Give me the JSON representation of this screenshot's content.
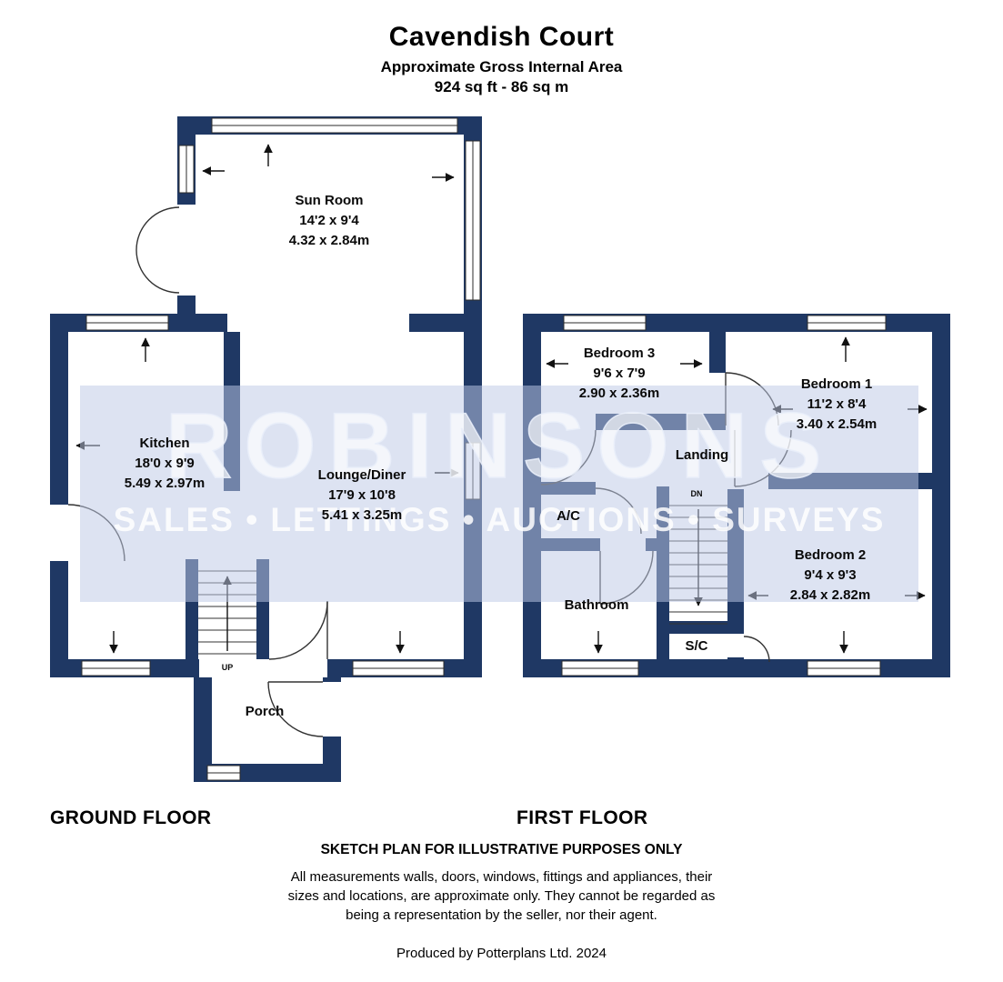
{
  "header": {
    "title": "Cavendish Court",
    "subtitle": "Approximate Gross Internal Area",
    "area": "924 sq ft - 86 sq m"
  },
  "watermark": {
    "brand": "ROBINSONS",
    "tagline": "SALES • LETTINGS • AUCTIONS • SURVEYS"
  },
  "colors": {
    "wall": "#1f3864",
    "watermark_band": "#bdc9e6"
  },
  "ground_floor": {
    "label": "GROUND FLOOR",
    "stairs_label": "UP",
    "rooms": {
      "sun_room": {
        "name": "Sun Room",
        "imperial": "14'2 x 9'4",
        "metric": "4.32 x 2.84m"
      },
      "kitchen": {
        "name": "Kitchen",
        "imperial": "18'0 x 9'9",
        "metric": "5.49 x 2.97m"
      },
      "lounge_diner": {
        "name": "Lounge/Diner",
        "imperial": "17'9 x 10'8",
        "metric": "5.41 x 3.25m"
      },
      "porch": {
        "name": "Porch"
      }
    }
  },
  "first_floor": {
    "label": "FIRST FLOOR",
    "stairs_label": "DN",
    "rooms": {
      "bedroom_3": {
        "name": "Bedroom 3",
        "imperial": "9'6 x 7'9",
        "metric": "2.90 x 2.36m"
      },
      "bedroom_1": {
        "name": "Bedroom 1",
        "imperial": "11'2 x 8'4",
        "metric": "3.40 x 2.54m"
      },
      "bedroom_2": {
        "name": "Bedroom 2",
        "imperial": "9'4 x 9'3",
        "metric": "2.84 x 2.82m"
      },
      "landing": {
        "name": "Landing"
      },
      "airing_cupboard": {
        "name": "A/C"
      },
      "bathroom": {
        "name": "Bathroom"
      },
      "storage_cupboard": {
        "name": "S/C"
      }
    }
  },
  "footer": {
    "disclaimer_title": "SKETCH PLAN FOR ILLUSTRATIVE PURPOSES ONLY",
    "disclaimer_lines": [
      "All measurements walls, doors, windows, fittings and appliances, their",
      "sizes and locations, are approximate only. They cannot be regarded as",
      "being a representation by the seller, nor their agent."
    ],
    "credit": "Produced by Potterplans Ltd. 2024"
  }
}
